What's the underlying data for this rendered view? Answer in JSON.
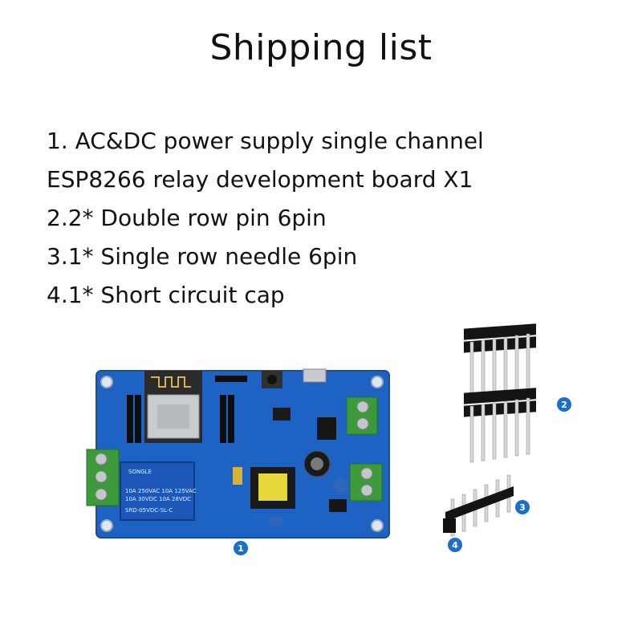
{
  "title": "Shipping list",
  "items": [
    "1. AC&DC power supply single channel",
    "ESP8266 relay development board X1",
    "2.2* Double row pin 6pin",
    "3.1* Single row needle 6pin",
    "4.1* Short circuit cap"
  ],
  "markers": [
    "1",
    "2",
    "3",
    "4"
  ],
  "board_text": {
    "relay_model": "SRD-05VDC-SL-C",
    "relay_brand": "SONGLE",
    "relay_rating_1": "10A 250VAC 10A 125VAC",
    "relay_rating_2": "10A 30VDC 10A 28VDC"
  },
  "colors": {
    "pcb": "#1e62c4",
    "marker": "#1a6fc9",
    "terminal": "#3c9a3a"
  }
}
